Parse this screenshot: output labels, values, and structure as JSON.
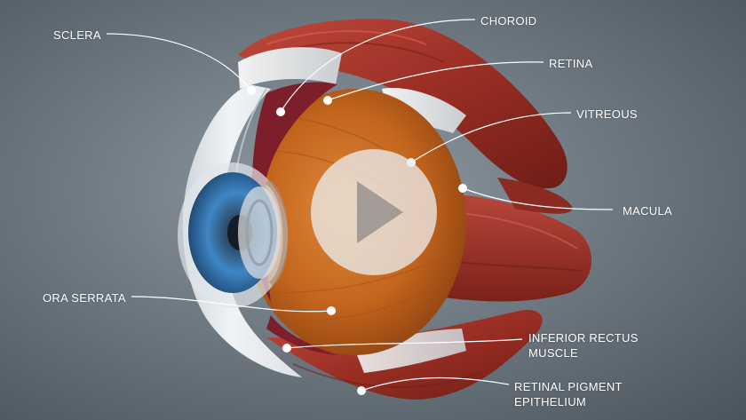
{
  "video": {
    "controls": {
      "play_icon": "play-icon"
    }
  },
  "labels": {
    "sclera": "SCLERA",
    "choroid": "CHOROID",
    "retina": "RETINA",
    "vitreous": "VITREOUS",
    "macula": "MACULA",
    "ora_serrata": "ORA SERRATA",
    "inferior_rectus_line1": "INFERIOR RECTUS",
    "inferior_rectus_line2": "MUSCLE",
    "rpe_line1": "RETINAL PIGMENT",
    "rpe_line2": "EPITHELIUM"
  },
  "colors": {
    "background": "#6f7a83",
    "label_text": "#ffffff",
    "leader_line": "#ffffff",
    "muscle": "#a8382c",
    "vitreous_body": "#c96a1e",
    "iris": "#2f6fa8",
    "sclera": "#e9ecef",
    "play_overlay": "#ebebeb"
  }
}
